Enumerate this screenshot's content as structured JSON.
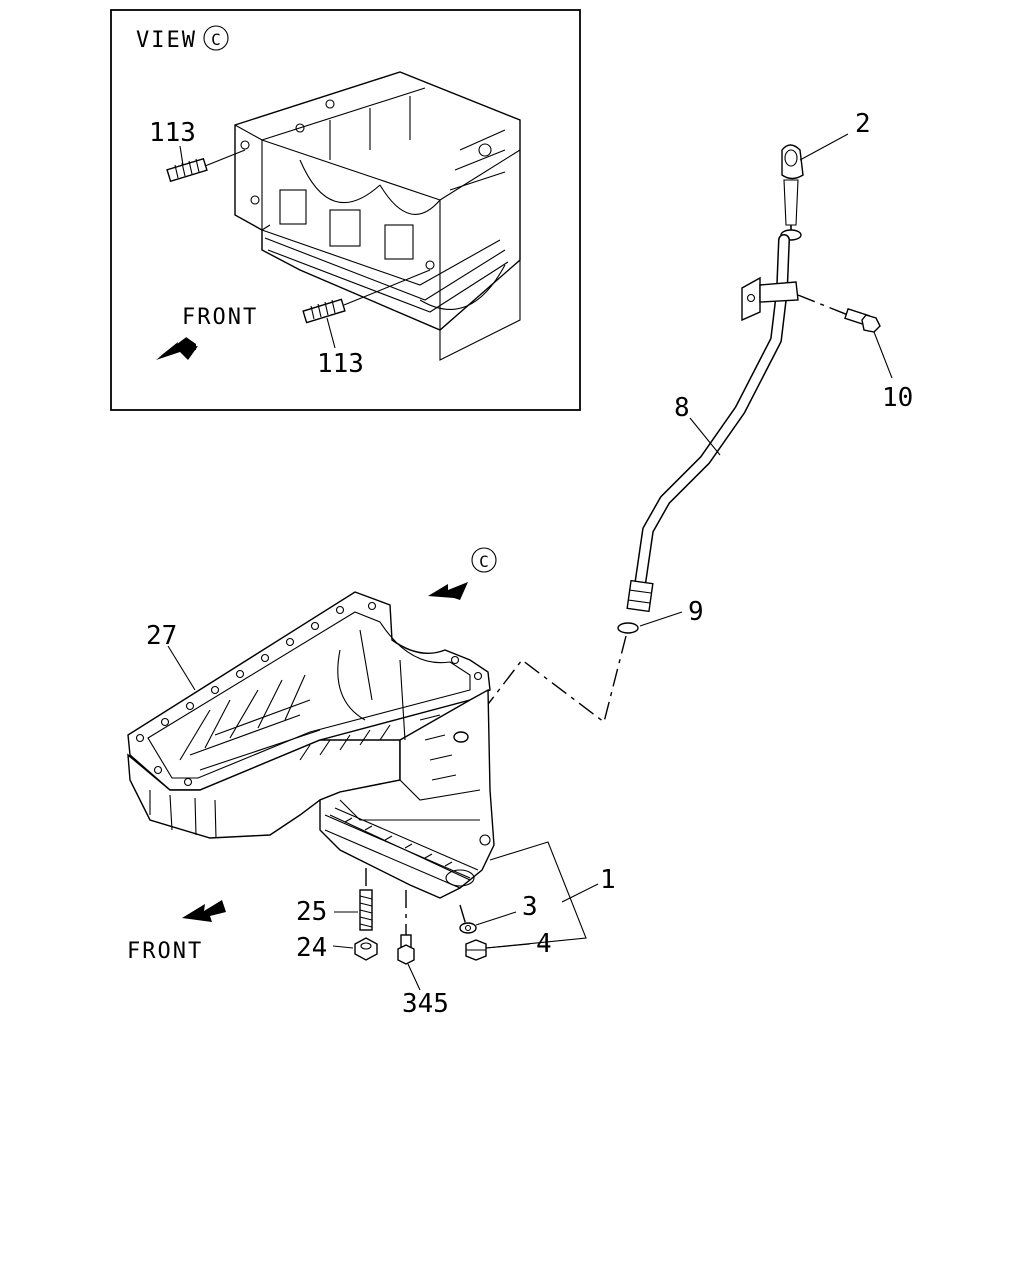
{
  "inset": {
    "view_label": "VIEW",
    "view_letter": "C",
    "front_label": "FRONT",
    "callout_113_top": "113",
    "callout_113_bottom": "113"
  },
  "main": {
    "view_marker_letter": "C",
    "front_label": "FRONT",
    "callouts": {
      "c1": "1",
      "c2": "2",
      "c3": "3",
      "c4": "4",
      "c8": "8",
      "c9": "9",
      "c10": "10",
      "c24": "24",
      "c25": "25",
      "c27": "27",
      "c345": "345"
    }
  }
}
